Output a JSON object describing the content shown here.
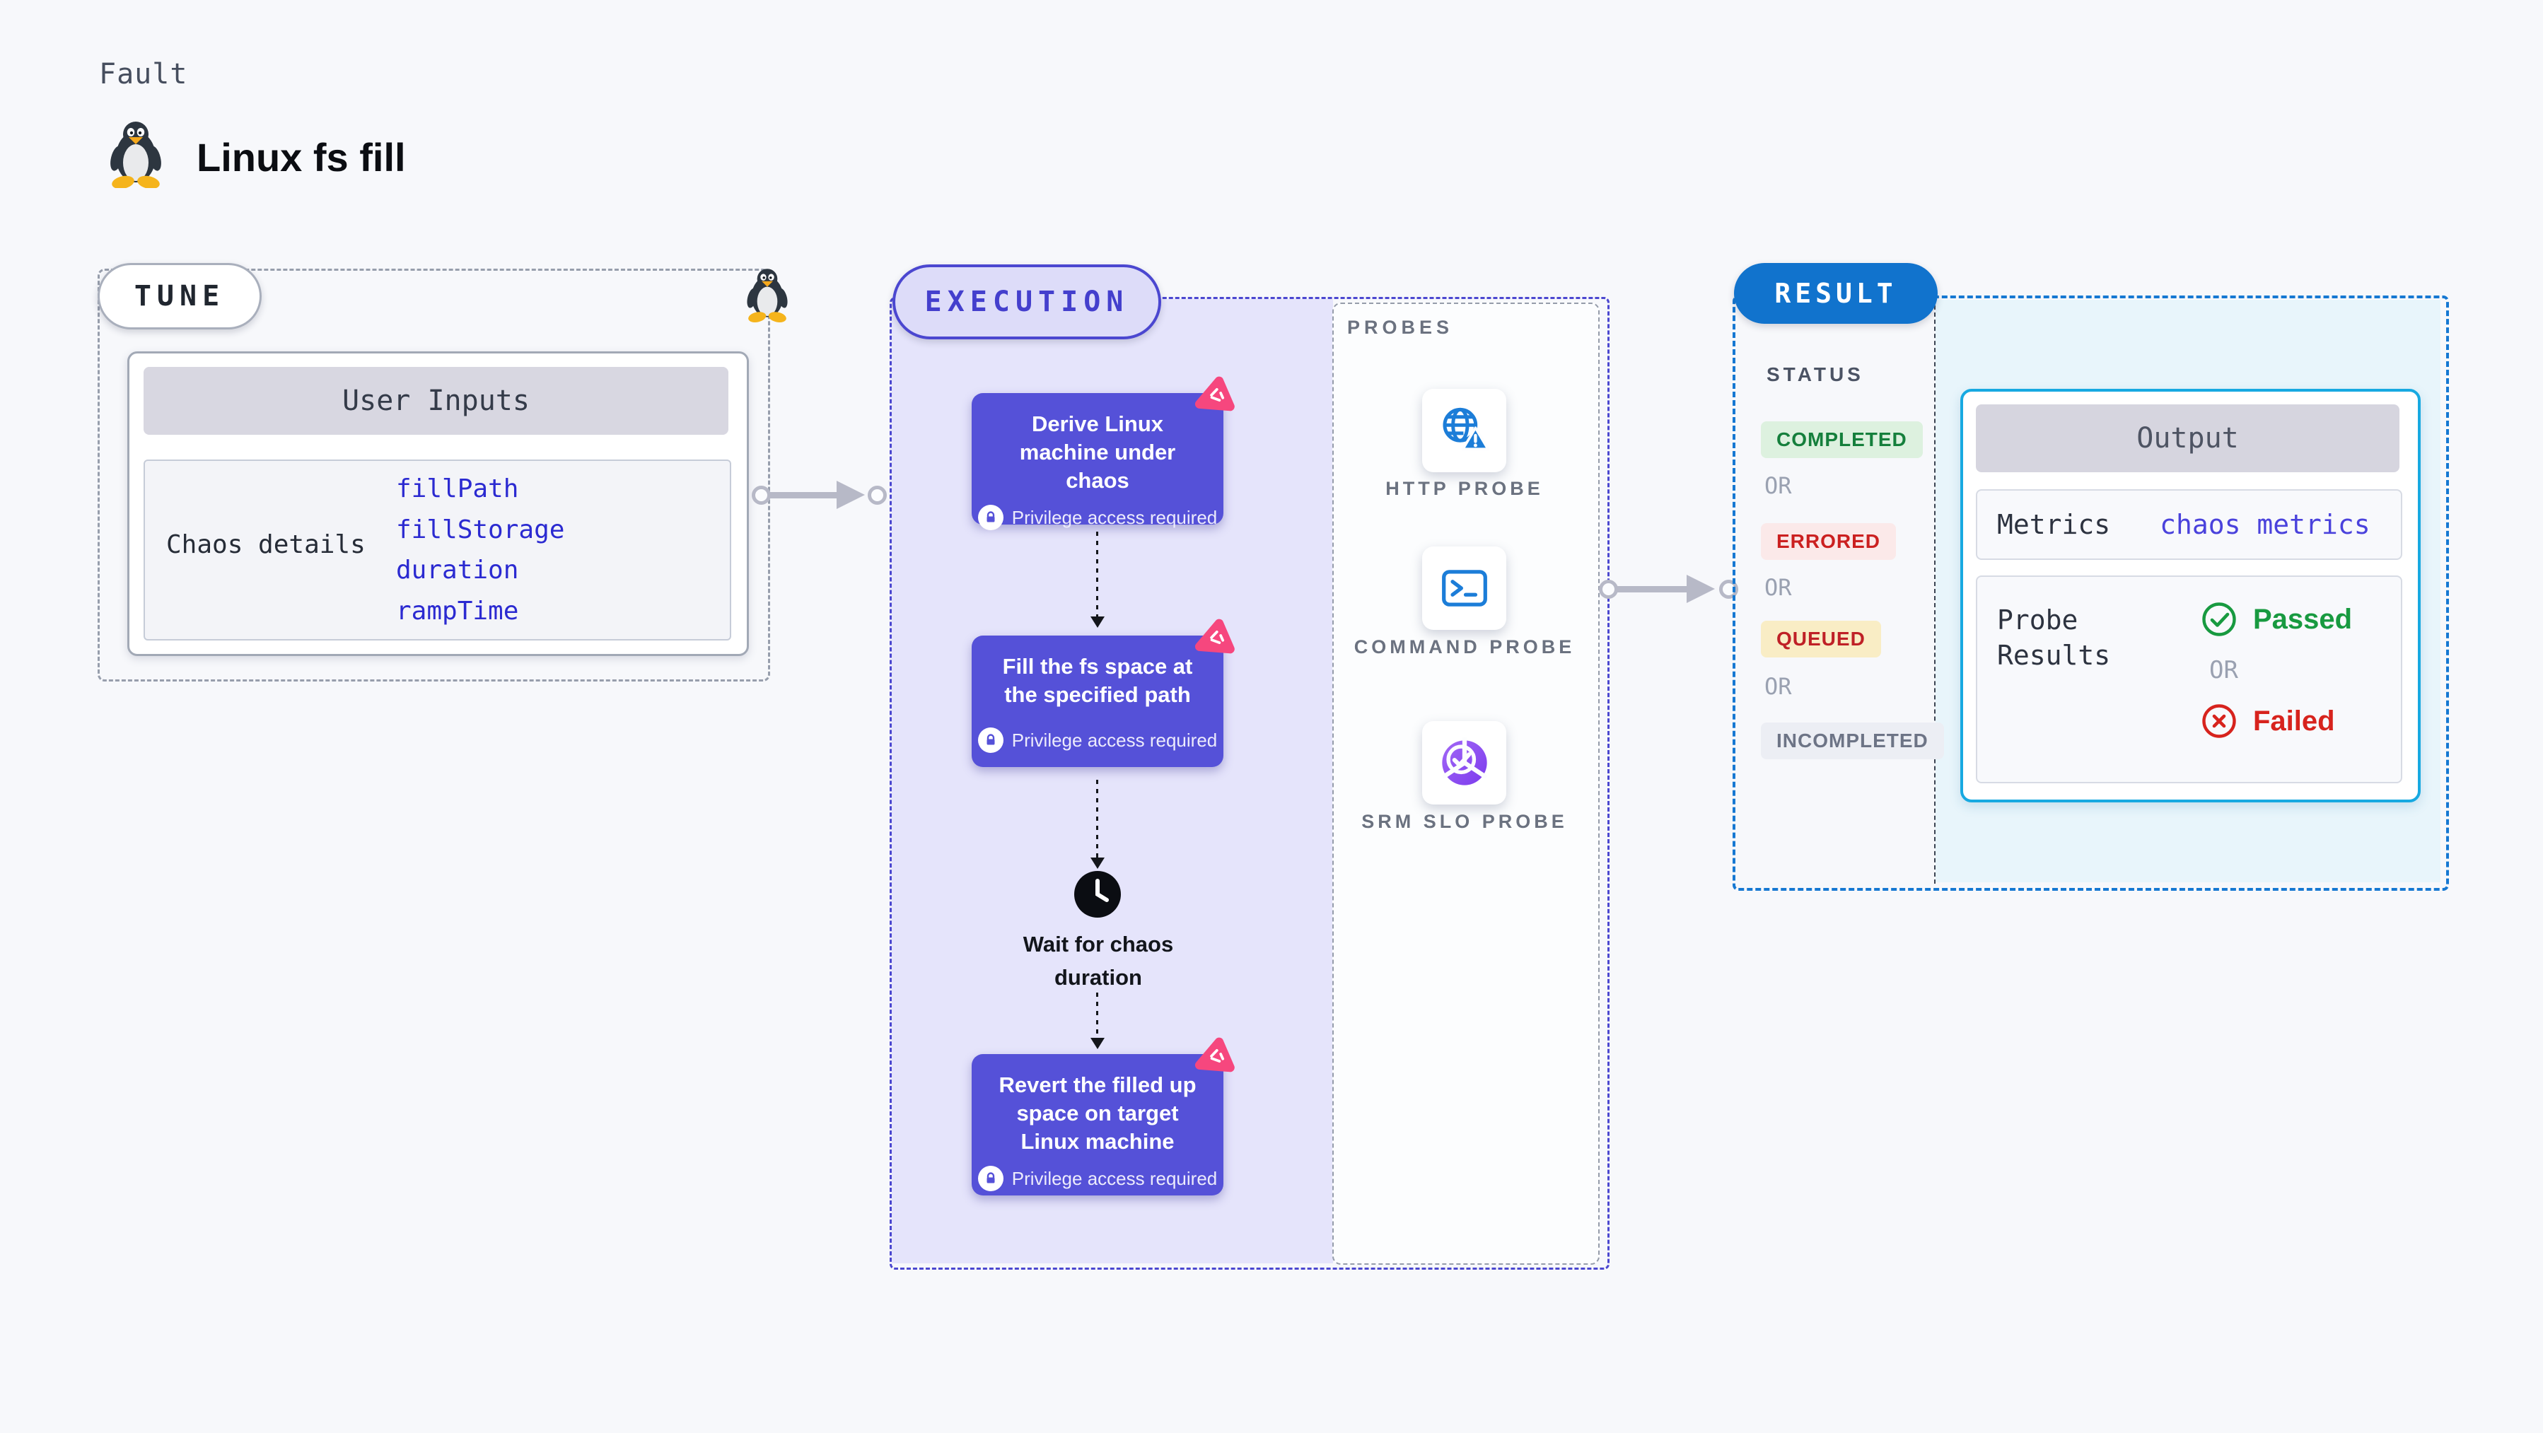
{
  "header": {
    "kicker": "Fault",
    "title": "Linux fs fill"
  },
  "tune": {
    "pill": "TUNE",
    "card_title": "User Inputs",
    "row_label": "Chaos details",
    "params": [
      "fillPath",
      "fillStorage",
      "duration",
      "rampTime"
    ]
  },
  "execution": {
    "pill": "EXECUTION",
    "privilege_label": "Privilege access required",
    "steps": [
      {
        "title": "Derive Linux machine under chaos"
      },
      {
        "title": "Fill the fs space at the specified path"
      },
      {
        "title": "Revert the filled up space on target Linux machine"
      }
    ],
    "wait_label": "Wait for chaos duration"
  },
  "probes": {
    "title": "PROBES",
    "items": [
      {
        "label": "HTTP PROBE",
        "icon": "globe-alert-icon"
      },
      {
        "label": "COMMAND PROBE",
        "icon": "terminal-icon"
      },
      {
        "label": "SRM SLO PROBE",
        "icon": "slo-gauge-icon"
      }
    ]
  },
  "result": {
    "pill": "RESULT",
    "status_title": "STATUS",
    "or_label": "OR",
    "statuses": [
      {
        "label": "COMPLETED"
      },
      {
        "label": "ERRORED"
      },
      {
        "label": "QUEUED"
      },
      {
        "label": "INCOMPLETED"
      }
    ],
    "output": {
      "title": "Output",
      "metrics_label": "Metrics",
      "metrics_value": "chaos metrics",
      "probe_results_label": "Probe Results",
      "passed_label": "Passed",
      "failed_label": "Failed"
    }
  },
  "colors": {
    "indigo": "#5551d8",
    "indigo_border": "#4b47d0",
    "lavender": "#e5e4fb",
    "pink_badge": "#f6477e",
    "result_blue": "#1173cd",
    "cyan_border": "#17a9e1",
    "cyan_bg": "#e8f5fb",
    "success_green": "#189a40",
    "error_red": "#d7231d",
    "queued_yellow": "#f9edc5",
    "probe_icon_blue": "#1c7dd8",
    "slo_purple": "#7c3bed"
  }
}
